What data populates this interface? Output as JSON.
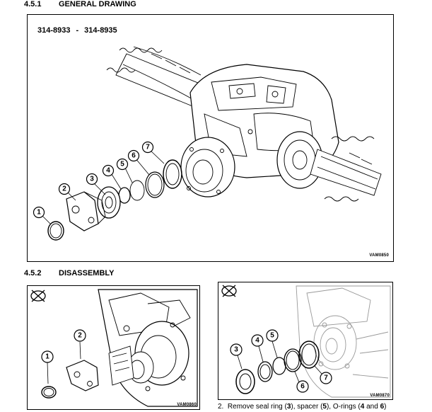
{
  "sections": {
    "general": {
      "number": "4.5.1",
      "title": "GENERAL DRAWING"
    },
    "disassembly": {
      "number": "4.5.2",
      "title": "DISASSEMBLY"
    }
  },
  "drawing1": {
    "part_from": "314-8933",
    "part_separator": "-",
    "part_to": "314-8935",
    "code": "VAM0850",
    "callouts": [
      "1",
      "2",
      "3",
      "4",
      "5",
      "6",
      "7"
    ]
  },
  "drawing2": {
    "code": "VAM0860",
    "callouts": [
      "1",
      "2"
    ],
    "tool_icon": "wrench-cross-icon"
  },
  "drawing3": {
    "code": "VAM0870",
    "callouts": [
      "3",
      "4",
      "5",
      "6",
      "7"
    ],
    "tool_icon": "wrench-cross-icon"
  },
  "caption": {
    "step": "2.",
    "text_a": "Remove seal ring (",
    "ref_3": "3",
    "text_b": "), spacer (",
    "ref_5": "5",
    "text_c": "), O-rings (",
    "ref_4": "4",
    "text_d": " and ",
    "ref_6": "6",
    "text_e": ")"
  }
}
